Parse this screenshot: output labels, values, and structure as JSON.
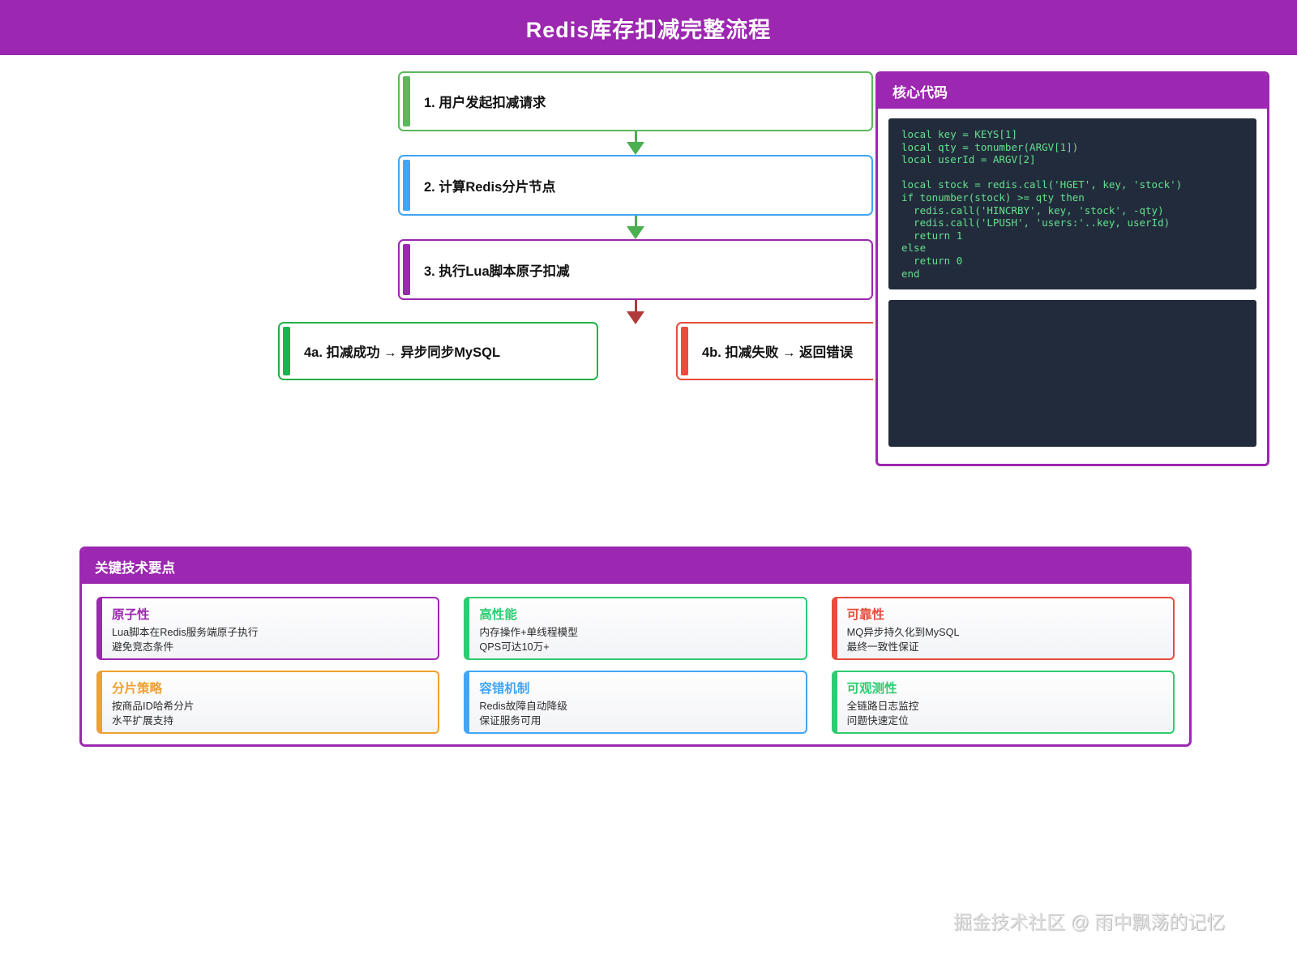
{
  "header": {
    "title": "Redis库存扣减完整流程",
    "bg_color": "#9C27B0"
  },
  "flow": {
    "steps": [
      {
        "id": "box1",
        "label": "1. 用户发起扣减请求",
        "color": "#5CB85C"
      },
      {
        "id": "box2",
        "label": "2. 计算Redis分片节点",
        "color": "#42A5F5"
      },
      {
        "id": "box3",
        "label": "3. 执行Lua脚本原子扣减",
        "color": "#9C27B0"
      },
      {
        "id": "box4a",
        "label": "4a. 扣减成功 → 异步同步MySQL",
        "color": "#17B450"
      },
      {
        "id": "box4b",
        "label": "4b. 扣减失败 → 返回错误",
        "color": "#EE4B3C"
      }
    ],
    "arrows": [
      {
        "from": "box1",
        "to": "box2",
        "color": "#4CAF50"
      },
      {
        "from": "box2",
        "to": "box3",
        "color": "#4CAF50"
      },
      {
        "from": "box3",
        "to": "box4b",
        "color": "#B03A3A"
      }
    ]
  },
  "code_panel": {
    "title": "核心代码",
    "code": "local key = KEYS[1]\nlocal qty = tonumber(ARGV[1])\nlocal userId = ARGV[2]\n\nlocal stock = redis.call('HGET', key, 'stock')\nif tonumber(stock) >= qty then\n  redis.call('HINCRBY', key, 'stock', -qty)\n  redis.call('LPUSH', 'users:'..key, userId)\n  return 1\nelse\n  return 0\nend",
    "code_secondary": "",
    "bg_color": "#222B3C",
    "text_color": "#64E08C"
  },
  "points_panel": {
    "title": "关键技术要点",
    "cards": [
      {
        "title": "原子性",
        "color": "#9C27B0",
        "lines": [
          "Lua脚本在Redis服务端原子执行",
          "避免竞态条件"
        ]
      },
      {
        "title": "高性能",
        "color": "#2ECC71",
        "lines": [
          "内存操作+单线程模型",
          "QPS可达10万+"
        ]
      },
      {
        "title": "可靠性",
        "color": "#E74C3C",
        "lines": [
          "MQ异步持久化到MySQL",
          "最终一致性保证"
        ]
      },
      {
        "title": "分片策略",
        "color": "#F0A030",
        "lines": [
          "按商品ID哈希分片",
          "水平扩展支持"
        ]
      },
      {
        "title": "容错机制",
        "color": "#42A5F5",
        "lines": [
          "Redis故障自动降级",
          "保证服务可用"
        ]
      },
      {
        "title": "可观测性",
        "color": "#2ECC71",
        "lines": [
          "全链路日志监控",
          "问题快速定位"
        ]
      }
    ]
  },
  "watermark": {
    "text": "掘金技术社区 @ 雨中飘荡的记忆"
  }
}
